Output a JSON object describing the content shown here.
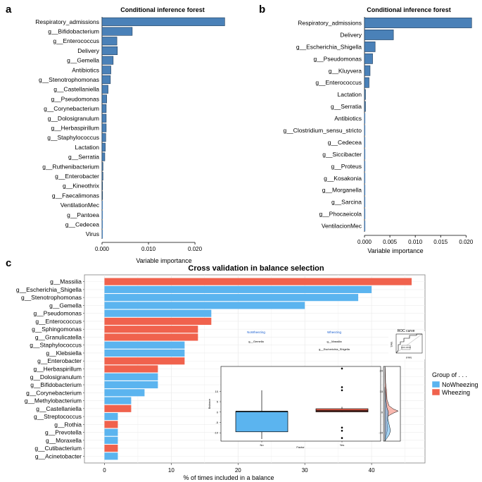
{
  "panels": {
    "a": "a",
    "b": "b",
    "c": "c"
  },
  "chart_data": [
    {
      "type": "bar",
      "orientation": "horizontal",
      "title": "Conditional inference forest",
      "xlabel": "Variable importance",
      "xlim": [
        0,
        0.0265
      ],
      "xticks": [
        "0.000",
        "0.010",
        "0.020"
      ],
      "xtick_values": [
        0,
        0.01,
        0.02
      ],
      "color": "#4a81b8",
      "categories": [
        "Respiratory_admissions",
        "g__Bifidobacterium",
        "g__Enterococcus",
        "Delivery",
        "g__Gemella",
        "Antibiotics",
        "g__Stenotrophomonas",
        "g__Castellaniella",
        "g__Pseudomonas",
        "g__Corynebacterium",
        "g__Dolosigranulum",
        "g__Herbaspirillum",
        "g__Staphylococcus",
        "Lactation",
        "g__Serratia",
        "g__Ruthenibacterium",
        "g__Enterobacter",
        "g__Kineothrix",
        "g__Faecalimonas",
        "VentilationMec",
        "g__Pantoea",
        "g__Cedecea",
        "Virus"
      ],
      "values": [
        0.0264,
        0.0065,
        0.0032,
        0.0033,
        0.0024,
        0.0019,
        0.0018,
        0.0013,
        0.001,
        0.0009,
        0.0009,
        0.0009,
        0.0008,
        0.0007,
        0.0006,
        0.0002,
        0.0002,
        0.0001,
        0.0001,
        0.0,
        0.0,
        0.0,
        0.0
      ]
    },
    {
      "type": "bar",
      "orientation": "horizontal",
      "title": "Conditional inference forest",
      "xlabel": "Variable importance",
      "xlim": [
        0,
        0.0212
      ],
      "xticks": [
        "0.000",
        "0.005",
        "0.010",
        "0.015",
        "0.020"
      ],
      "xtick_values": [
        0,
        0.005,
        0.01,
        0.015,
        0.02
      ],
      "color": "#4a81b8",
      "categories": [
        "Respiratory_admissions",
        "Delivery",
        "g__Escherichia_Shigella",
        "g__Pseudomonas",
        "g__Kluyvera",
        "g__Enterococcus",
        "Lactation",
        "g__Serratia",
        "Antibiotics",
        "g__Clostridium_sensu_stricto",
        "g__Cedecea",
        "g__Siccibacter",
        "g__Proteus",
        "g__Kosakonia",
        "g__Morganella",
        "g__Sarcina",
        "g__Phocaeicola",
        "VentilacionMec"
      ],
      "values": [
        0.0211,
        0.0057,
        0.0021,
        0.0016,
        0.0011,
        0.0009,
        0.0002,
        0.0002,
        0.0,
        0.0,
        0.0,
        0.0,
        0.0,
        0.0,
        0.0,
        0.0,
        0.0,
        0.0
      ]
    },
    {
      "type": "bar",
      "orientation": "horizontal",
      "title": "Cross validation in balance selection",
      "xlabel": "% of times included in a balance",
      "xlim": [
        -3,
        48
      ],
      "xticks": [
        "0",
        "10",
        "20",
        "30",
        "40"
      ],
      "xtick_values": [
        0,
        10,
        20,
        30,
        40
      ],
      "legend": {
        "title": "Group of . . .",
        "position": "right",
        "entries": [
          {
            "name": "NoWheezing",
            "color": "#5bb4ef"
          },
          {
            "name": "Wheezing",
            "color": "#f0624d"
          }
        ]
      },
      "categories": [
        "g__Massilia",
        "g__Escherichia_Shigella",
        "g__Stenotrophomonas",
        "g__Gemella",
        "g__Pseudomonas",
        "g__Enterococcus",
        "g__Sphingomonas",
        "g__Granulicatella",
        "g__Staphylococcus",
        "g__Klebsiella",
        "g__Enterobacter",
        "g__Herbaspirillum",
        "g__Dolosigranulum",
        "g__Bifidobacterium",
        "g__Corynebacterium",
        "g__Methylobacterium",
        "g__Castellaniella",
        "g__Streptococcus",
        "g__Rothia",
        "g__Prevotella",
        "g__Moraxella",
        "g__Cutibacterium",
        "g__Acinetobacter"
      ],
      "values": [
        46,
        40,
        38,
        30,
        16,
        16,
        14,
        14,
        12,
        12,
        12,
        8,
        8,
        8,
        6,
        4,
        4,
        2,
        2,
        2,
        2,
        2,
        2
      ],
      "groups": [
        "Wheezing",
        "NoWheezing",
        "NoWheezing",
        "NoWheezing",
        "NoWheezing",
        "Wheezing",
        "Wheezing",
        "Wheezing",
        "NoWheezing",
        "NoWheezing",
        "Wheezing",
        "Wheezing",
        "NoWheezing",
        "NoWheezing",
        "NoWheezing",
        "NoWheezing",
        "Wheezing",
        "NoWheezing",
        "Wheezing",
        "NoWheezing",
        "NoWheezing",
        "Wheezing",
        "NoWheezing"
      ]
    }
  ],
  "inset": {
    "header_left": "NoWheezing",
    "header_right": "Wheezing",
    "left_taxa": [
      "g__Gemella"
    ],
    "right_taxa": [
      "g__Massilia",
      "g__Escherichia_Shigella"
    ],
    "roc_title": "ROC curve",
    "roc_xlabel": "FPR",
    "roc_ylabel": "TPR",
    "roc_auc_label": "AUC-ROC",
    "boxplot_ylabel": "Balance",
    "boxplot_xlabel": "Factor",
    "boxplot_categories": [
      "No",
      "Yes"
    ],
    "boxplot_yticks": [
      "10",
      "5",
      "0",
      "-5",
      "-10"
    ],
    "boxplot_ytick_values": [
      10,
      5,
      0,
      -5,
      -10
    ],
    "boxplot_ylim": [
      -14,
      22
    ],
    "boxplot_stats": [
      {
        "category": "No",
        "q1": -9.5,
        "median": 0.3,
        "q3": 0.3,
        "whisker_low": -13,
        "whisker_high": 10.5,
        "color": "#5bb4ef"
      },
      {
        "category": "Yes",
        "q1": 0.1,
        "median": 0.6,
        "q3": 1.6,
        "whisker_low": 0,
        "whisker_high": 2.5,
        "color": "#f0624d",
        "outliers": [
          21,
          12,
          10.5,
          -7.5,
          -9,
          -12.5
        ]
      }
    ],
    "density_ticks": [
      "20",
      "10",
      "0",
      "-10"
    ],
    "density_tick_values": [
      20,
      10,
      0,
      -10
    ]
  }
}
